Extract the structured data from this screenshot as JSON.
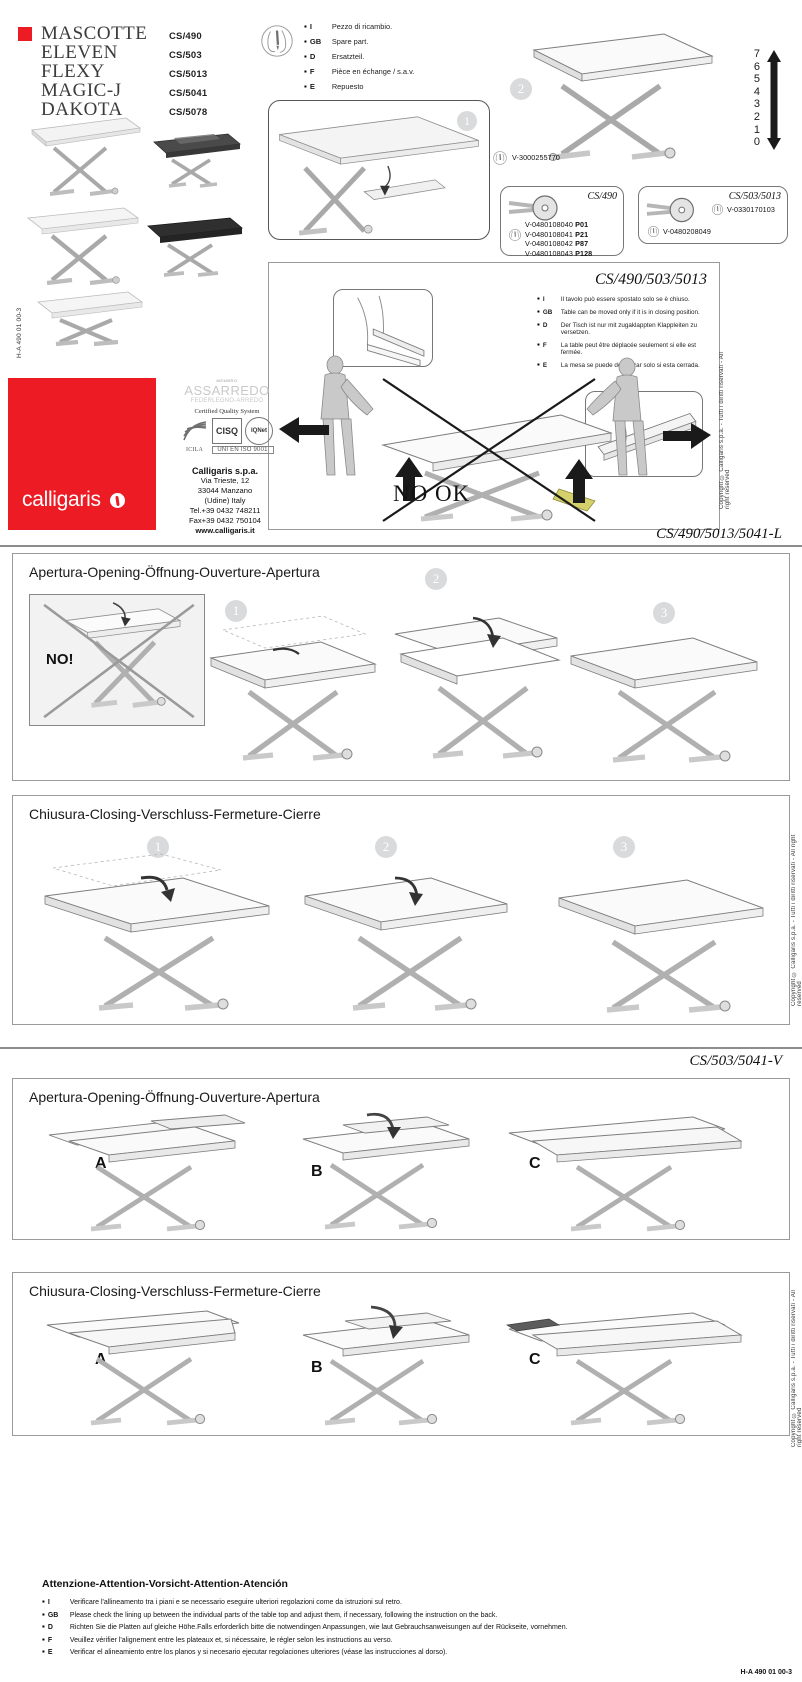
{
  "document": {
    "code_bottom_right": "H-A 490 01 00-3",
    "code_left_vertical": "H-A 490 01 00-3",
    "copyright_vertical": "Copyright © Calligaris s.p.a. - Tutti i diritti riservati - All right reserved"
  },
  "models": {
    "rows": [
      {
        "name": "MASCOTTE",
        "code": "CS/490"
      },
      {
        "name": "ELEVEN",
        "code": "CS/503"
      },
      {
        "name": "FLEXY",
        "code": "CS/5013"
      },
      {
        "name": "MAGIC-J",
        "code": "CS/5041"
      },
      {
        "name": "DAKOTA",
        "code": "CS/5078"
      }
    ]
  },
  "legend": {
    "icon": "spare-part-icon",
    "rows": [
      {
        "lang": "I",
        "text": "Pezzo di ricambio."
      },
      {
        "lang": "GB",
        "text": "Spare part."
      },
      {
        "lang": "D",
        "text": "Ersatzteil."
      },
      {
        "lang": "F",
        "text": "Pièce en échange / s.a.v."
      },
      {
        "lang": "E",
        "text": "Repuesto"
      }
    ]
  },
  "ruler": {
    "labels": [
      "7",
      "6",
      "5",
      "4",
      "3",
      "2",
      "1",
      "0"
    ]
  },
  "detail_top": {
    "step_badge": "1"
  },
  "table_top": {
    "step_badge": "2"
  },
  "parts": {
    "wheel_code": "V-3000255770",
    "box_cs490": {
      "title": "CS/490",
      "codes": [
        {
          "code": "V-0480108040",
          "suffix": "P01"
        },
        {
          "code": "V-0480108041",
          "suffix": "P21"
        },
        {
          "code": "V-0480108042",
          "suffix": "P87"
        },
        {
          "code": "V-0480108043",
          "suffix": "P128"
        }
      ]
    },
    "box_cs503": {
      "title": "CS/503/5013",
      "codes": [
        {
          "code": "V-0330170103",
          "suffix": ""
        },
        {
          "code": "V-0480208049",
          "suffix": ""
        }
      ]
    }
  },
  "warning_panel": {
    "title": "CS/490/503/5013",
    "no_ok": "NO OK",
    "rows": [
      {
        "lang": "I",
        "text": "Il tavolo può essere spostato solo se è chiuso."
      },
      {
        "lang": "GB",
        "text": "Table can be moved only if it is in closing position."
      },
      {
        "lang": "D",
        "text": "Der Tisch ist nur mit zugaklappten Klappleiten zu versetzen."
      },
      {
        "lang": "F",
        "text": "La table peut être déplacée seulement si elle est fermée."
      },
      {
        "lang": "E",
        "text": "La mesa se puede desplazar solo si esta cerrada."
      }
    ]
  },
  "company": {
    "name": "Calligaris s.p.a.",
    "street": "Via Trieste, 12",
    "city": "33044 Manzano",
    "region": "(Udine) Italy",
    "tel": "Tel.+39 0432 748211",
    "fax": "Fax+39 0432 750104",
    "web": "www.calligaris.it",
    "logo_text": "calligaris"
  },
  "quality": {
    "assarredo_small": "MEMBRO",
    "assarredo": "ASSARREDO",
    "assarredo_sub": "FEDERLEGNO-ARREDO",
    "certified": "Certified Quality System",
    "mark_left": "ICILA",
    "mark_center": "CISQ",
    "mark_right": "IQNet",
    "mark_sub": "UNI EN ISO 9001"
  },
  "section_1": {
    "band_title": "CS/490/5013/5041-L",
    "opening": {
      "heading": "Apertura-Opening-Öffnung-Ouverture-Apertura",
      "no_label": "NO!",
      "steps": [
        "1",
        "2",
        "3"
      ]
    },
    "closing": {
      "heading": "Chiusura-Closing-Verschluss-Fermeture-Cierre",
      "steps": [
        "1",
        "2",
        "3"
      ]
    }
  },
  "section_2": {
    "band_title": "CS/503/5041-V",
    "opening": {
      "heading": "Apertura-Opening-Öffnung-Ouverture-Apertura",
      "steps": [
        "A",
        "B",
        "C"
      ]
    },
    "closing": {
      "heading": "Chiusura-Closing-Verschluss-Fermeture-Cierre",
      "steps": [
        "A",
        "B",
        "C"
      ]
    }
  },
  "attention": {
    "title": "Attenzione-Attention-Vorsicht-Attention-Atención",
    "rows": [
      {
        "lang": "I",
        "text": "Verificare l'allineamento tra i piani e se necessario eseguire ulteriori regolazioni come da istruzioni sul retro."
      },
      {
        "lang": "GB",
        "text": "Please check the lining up between the individual parts of the table top and adjust them, if necessary, following the instruction on the back."
      },
      {
        "lang": "D",
        "text": "Richten Sie die Platten auf gleiche Höhe.Falls erforderlich bitte die notwendingen Anpassungen, wie laut Gebrauchsanweisungen auf der Rückseite, vornehmen."
      },
      {
        "lang": "F",
        "text": "Veuillez vérifier l'alignement entre les plateaux et, si nécessaire, le régler selon les instructions au verso."
      },
      {
        "lang": "E",
        "text": "Verificar el alineamiento entre los planos y si necesario ejecutar regolaciones ulteriores (véase las instrucciones al dorso)."
      }
    ]
  },
  "colors": {
    "brand_red": "#ed1c24",
    "line": "#555555",
    "step_badge": "#d9dadb"
  }
}
